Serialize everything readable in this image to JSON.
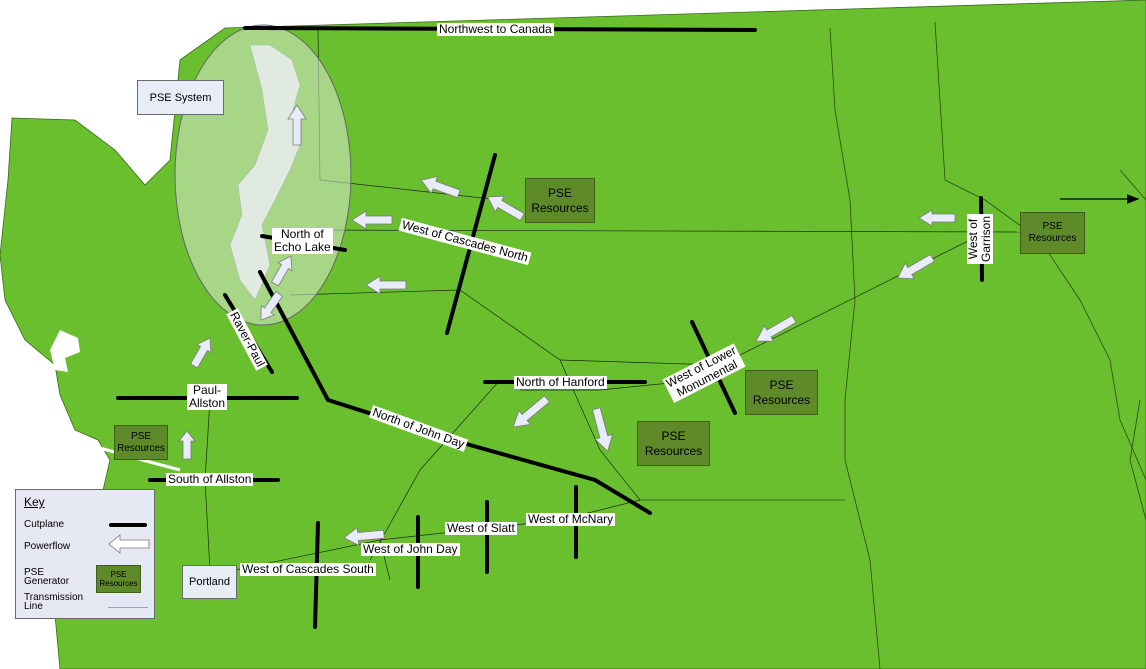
{
  "colors": {
    "land": "#6abf2e",
    "water": "#ffffff",
    "pse_system_fill": "#e8ecf6",
    "generator": "#5e8a2a",
    "cutplane": "#000000",
    "arrow_fill": "#e8ecf6"
  },
  "icons": [
    "powerflow-arrow-icon",
    "right-arrow-icon"
  ],
  "regions": {
    "pse_system": "PSE System",
    "portland": "Portland"
  },
  "cutplanes": {
    "northwest_to_canada": "Northwest to Canada",
    "west_of_cascades_north": "West of Cascades North",
    "north_of_echo_lake": "North of\nEcho Lake",
    "raver_paul": "Raver-Paul",
    "paul_allston": "Paul-\nAllston",
    "south_of_allston": "South of Allston",
    "north_of_hanford": "North of Hanford",
    "north_of_john_day": "North of John Day",
    "west_of_lower_monumental": "West of Lower\nMonumental",
    "west_of_garrison": "West of\nGarrison",
    "west_of_mcnary": "West of McNary",
    "west_of_slatt": "West of Slatt",
    "west_of_john_day": "West of John Day",
    "west_of_cascades_south": "West of Cascades South"
  },
  "generators": {
    "label": "PSE\nResources"
  },
  "key": {
    "title": "Key",
    "cutplane": "Cutplane",
    "powerflow": "Powerflow",
    "pse_generator": "PSE\nGenerator",
    "transmission_line": "Transmission\nLine",
    "generator_swatch": "PSE\nResources"
  }
}
